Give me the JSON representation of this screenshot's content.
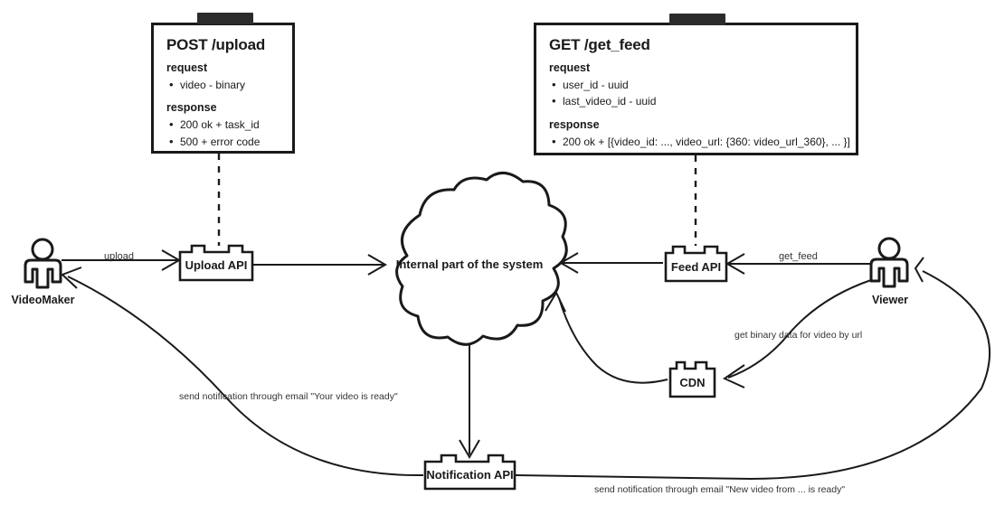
{
  "diagram": {
    "title": "Video platform system architecture",
    "background": "#ffffff",
    "stroke_color": "#1a1a1a"
  },
  "notes": [
    {
      "id": "post-upload",
      "title": "POST /upload",
      "request_label": "request",
      "request_items": [
        "video - binary"
      ],
      "response_label": "response",
      "response_items": [
        "200 ok + task_id",
        "500 + error code"
      ],
      "attached_to": "Upload API"
    },
    {
      "id": "get-feed",
      "title": "GET /get_feed",
      "request_label": "request",
      "request_items": [
        "user_id - uuid",
        "last_video_id - uuid"
      ],
      "response_label": "response",
      "response_items": [
        "200 ok + [{video_id: ..., video_url: {360: video_url_360}, ... }]"
      ],
      "attached_to": "Feed API"
    }
  ],
  "components": [
    {
      "id": "upload-api",
      "label": "Upload API"
    },
    {
      "id": "feed-api",
      "label": "Feed API"
    },
    {
      "id": "cdn",
      "label": "CDN"
    },
    {
      "id": "notification-api",
      "label": "Notification API"
    }
  ],
  "cloud": {
    "id": "internal-system",
    "label": "Internal part of the system"
  },
  "actors": [
    {
      "id": "videomaker",
      "label": "VideoMaker"
    },
    {
      "id": "viewer",
      "label": "Viewer"
    }
  ],
  "edge_labels": {
    "upload": "upload",
    "get_feed": "get_feed",
    "cdn_fetch": "get binary data for video by url",
    "notify_maker": "send notification through email \"Your video is ready\"",
    "notify_viewer": "send notification through email \"New video from ... is ready\""
  }
}
